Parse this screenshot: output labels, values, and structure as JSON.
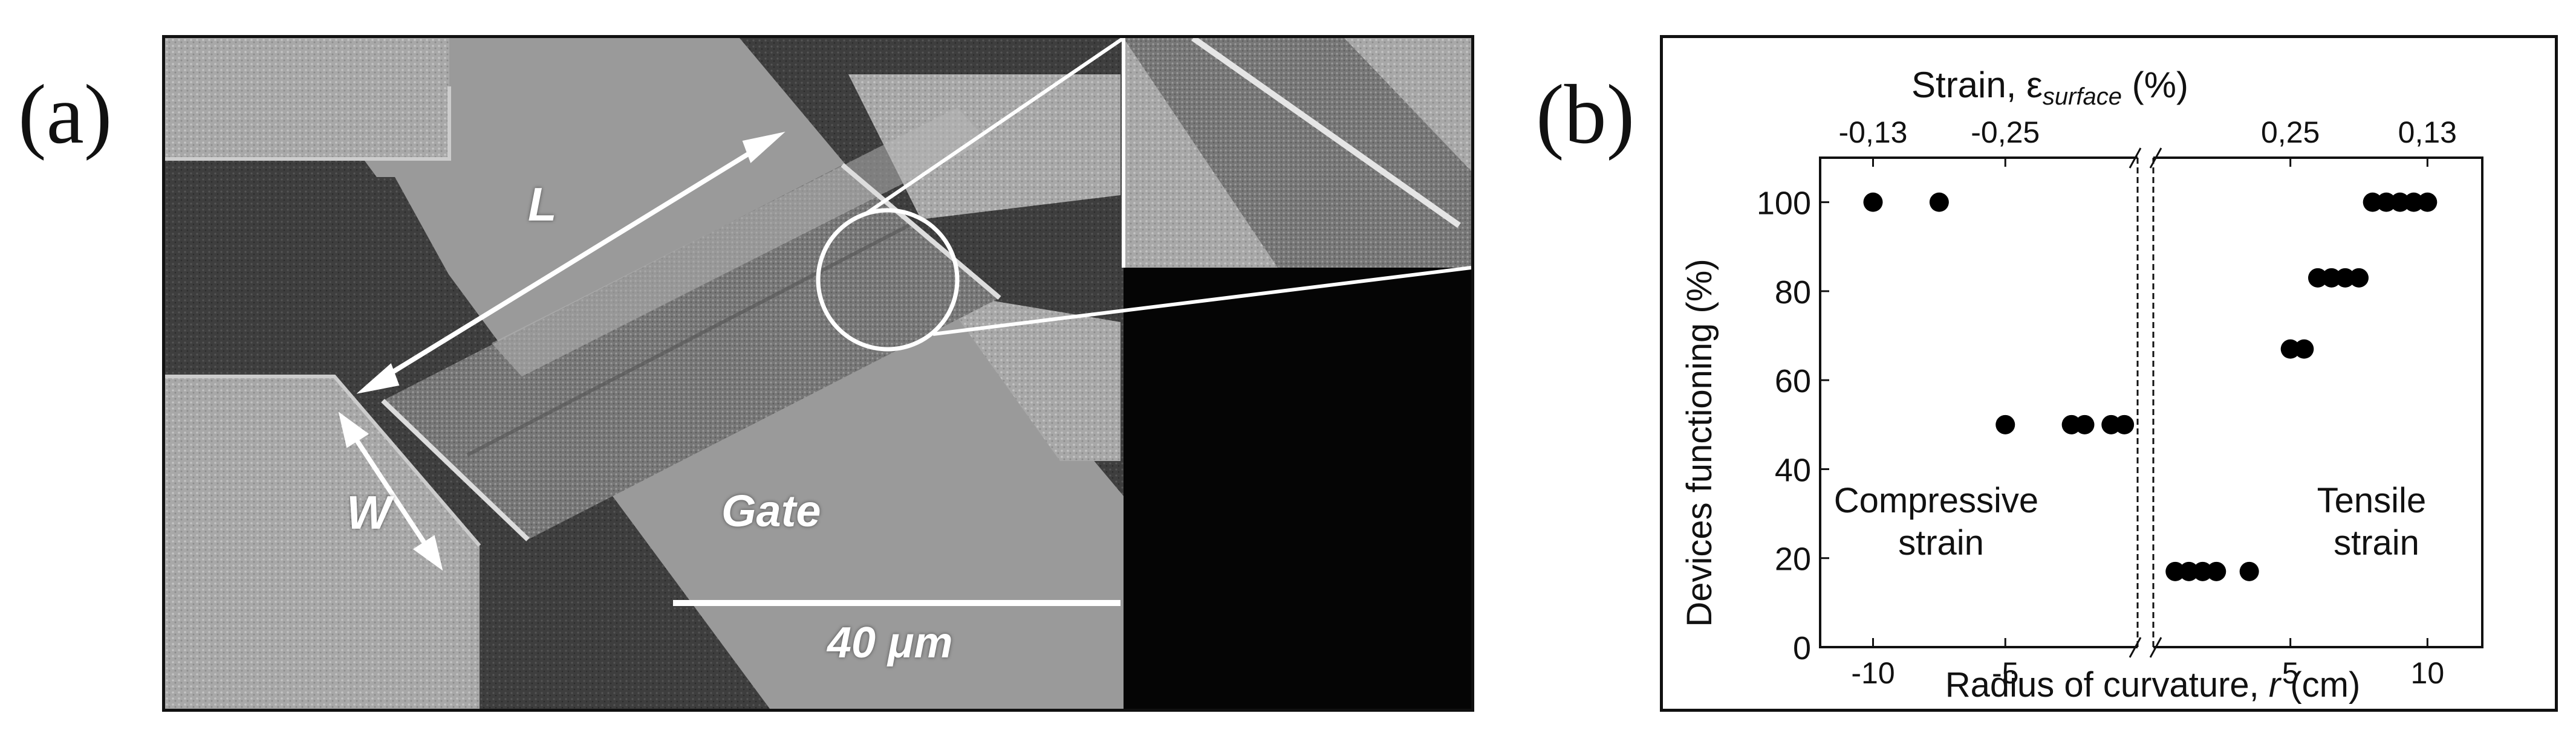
{
  "figure": {
    "panel_a_label": "(a)",
    "panel_b_label": "(b)"
  },
  "sem_image": {
    "labels": {
      "length": "L",
      "width": "W",
      "gate": "Gate",
      "scale_bar": "40 μm"
    }
  },
  "chart_data": {
    "type": "scatter",
    "title": "Strain, ε",
    "title_subscript": "surface",
    "title_unit": " (%)",
    "xlabel_prefix": "Radius of curvature, ",
    "xlabel_var": "r",
    "xlabel_unit": " (cm)",
    "ylabel": "Devices functioning (%)",
    "ylim": [
      0,
      110
    ],
    "y_ticks": [
      "0",
      "20",
      "40",
      "60",
      "80",
      "100"
    ],
    "x_ticks_left": [
      "-10",
      "-5"
    ],
    "x_ticks_right": [
      "5",
      "10"
    ],
    "top_ticks": [
      "-0,13",
      "-0,25",
      "0,25",
      "0,13"
    ],
    "annotations": {
      "left_line1": "Compressive",
      "left_line2": "strain",
      "right_line1": "Tensile",
      "right_line2": "strain"
    },
    "axis_break": true,
    "series": [
      {
        "points": [
          {
            "x": -10,
            "y": 100
          },
          {
            "x": -7.5,
            "y": 100
          },
          {
            "x": -5,
            "y": 50
          },
          {
            "x": -2.5,
            "y": 50
          },
          {
            "x": -2,
            "y": 50
          },
          {
            "x": -1,
            "y": 50
          },
          {
            "x": -0.5,
            "y": 50
          },
          {
            "x": 0.8,
            "y": 17
          },
          {
            "x": 1.3,
            "y": 17
          },
          {
            "x": 1.8,
            "y": 17
          },
          {
            "x": 2.3,
            "y": 17
          },
          {
            "x": 3.5,
            "y": 17
          },
          {
            "x": 5.0,
            "y": 67
          },
          {
            "x": 5.5,
            "y": 67
          },
          {
            "x": 6.0,
            "y": 83
          },
          {
            "x": 6.5,
            "y": 83
          },
          {
            "x": 7.0,
            "y": 83
          },
          {
            "x": 7.5,
            "y": 83
          },
          {
            "x": 8.0,
            "y": 100
          },
          {
            "x": 8.5,
            "y": 100
          },
          {
            "x": 9.0,
            "y": 100
          },
          {
            "x": 9.5,
            "y": 100
          },
          {
            "x": 10.0,
            "y": 100
          }
        ]
      }
    ]
  }
}
